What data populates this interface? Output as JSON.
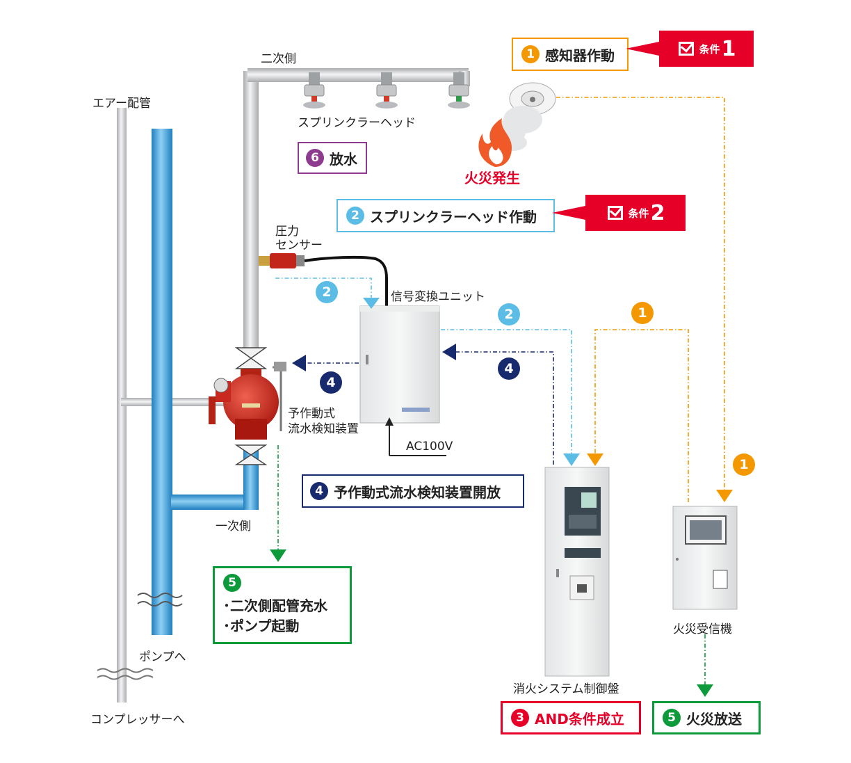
{
  "labels": {
    "secondary_side": "二次側",
    "air_pipe": "エアー配管",
    "sprinkler_head": "スプリンクラーヘッド",
    "fire_outbreak": "火災発生",
    "pressure_sensor_line1": "圧力",
    "pressure_sensor_line2": "センサー",
    "signal_unit": "信号変換ユニット",
    "preaction_line1": "予作動式",
    "preaction_line2": "流水検知装置",
    "ac100v": "AC100V",
    "primary_side": "一次側",
    "to_pump": "ポンプへ",
    "to_compressor": "コンプレッサーへ",
    "control_panel": "消火システム制御盤",
    "fire_receiver": "火災受信機"
  },
  "steps": {
    "s1": {
      "num": "1",
      "text": "感知器作動"
    },
    "s2": {
      "num": "2",
      "text": "スプリンクラーヘッド作動"
    },
    "s3": {
      "num": "3",
      "text": "AND条件成立"
    },
    "s4": {
      "num": "4",
      "text": "予作動式流水検知装置開放"
    },
    "s5a": {
      "num": "5",
      "line1": "･二次側配管充水",
      "line2": "･ポンプ起動"
    },
    "s5b": {
      "num": "5",
      "text": "火災放送"
    },
    "s6": {
      "num": "6",
      "text": "放水"
    }
  },
  "conditions": {
    "c1": {
      "word": "条件",
      "num": "1"
    },
    "c2": {
      "word": "条件",
      "num": "2"
    }
  },
  "flow_numbers": {
    "f2_sensor": "2",
    "f2_panel": "2",
    "f1_panel": "1",
    "f1_receiver": "1",
    "f4_valve": "4",
    "f4_unit": "4"
  },
  "colors": {
    "step1": "#f39800",
    "step2": "#5bbde6",
    "step3": "#e60028",
    "step4": "#172a6e",
    "step5": "#0d9a3a",
    "step6": "#8e3a8e",
    "condition_flag": "#e60028",
    "water_pipe": "#3f9fd6",
    "air_pipe": "#c8cacc",
    "valve": "#c8281e"
  }
}
